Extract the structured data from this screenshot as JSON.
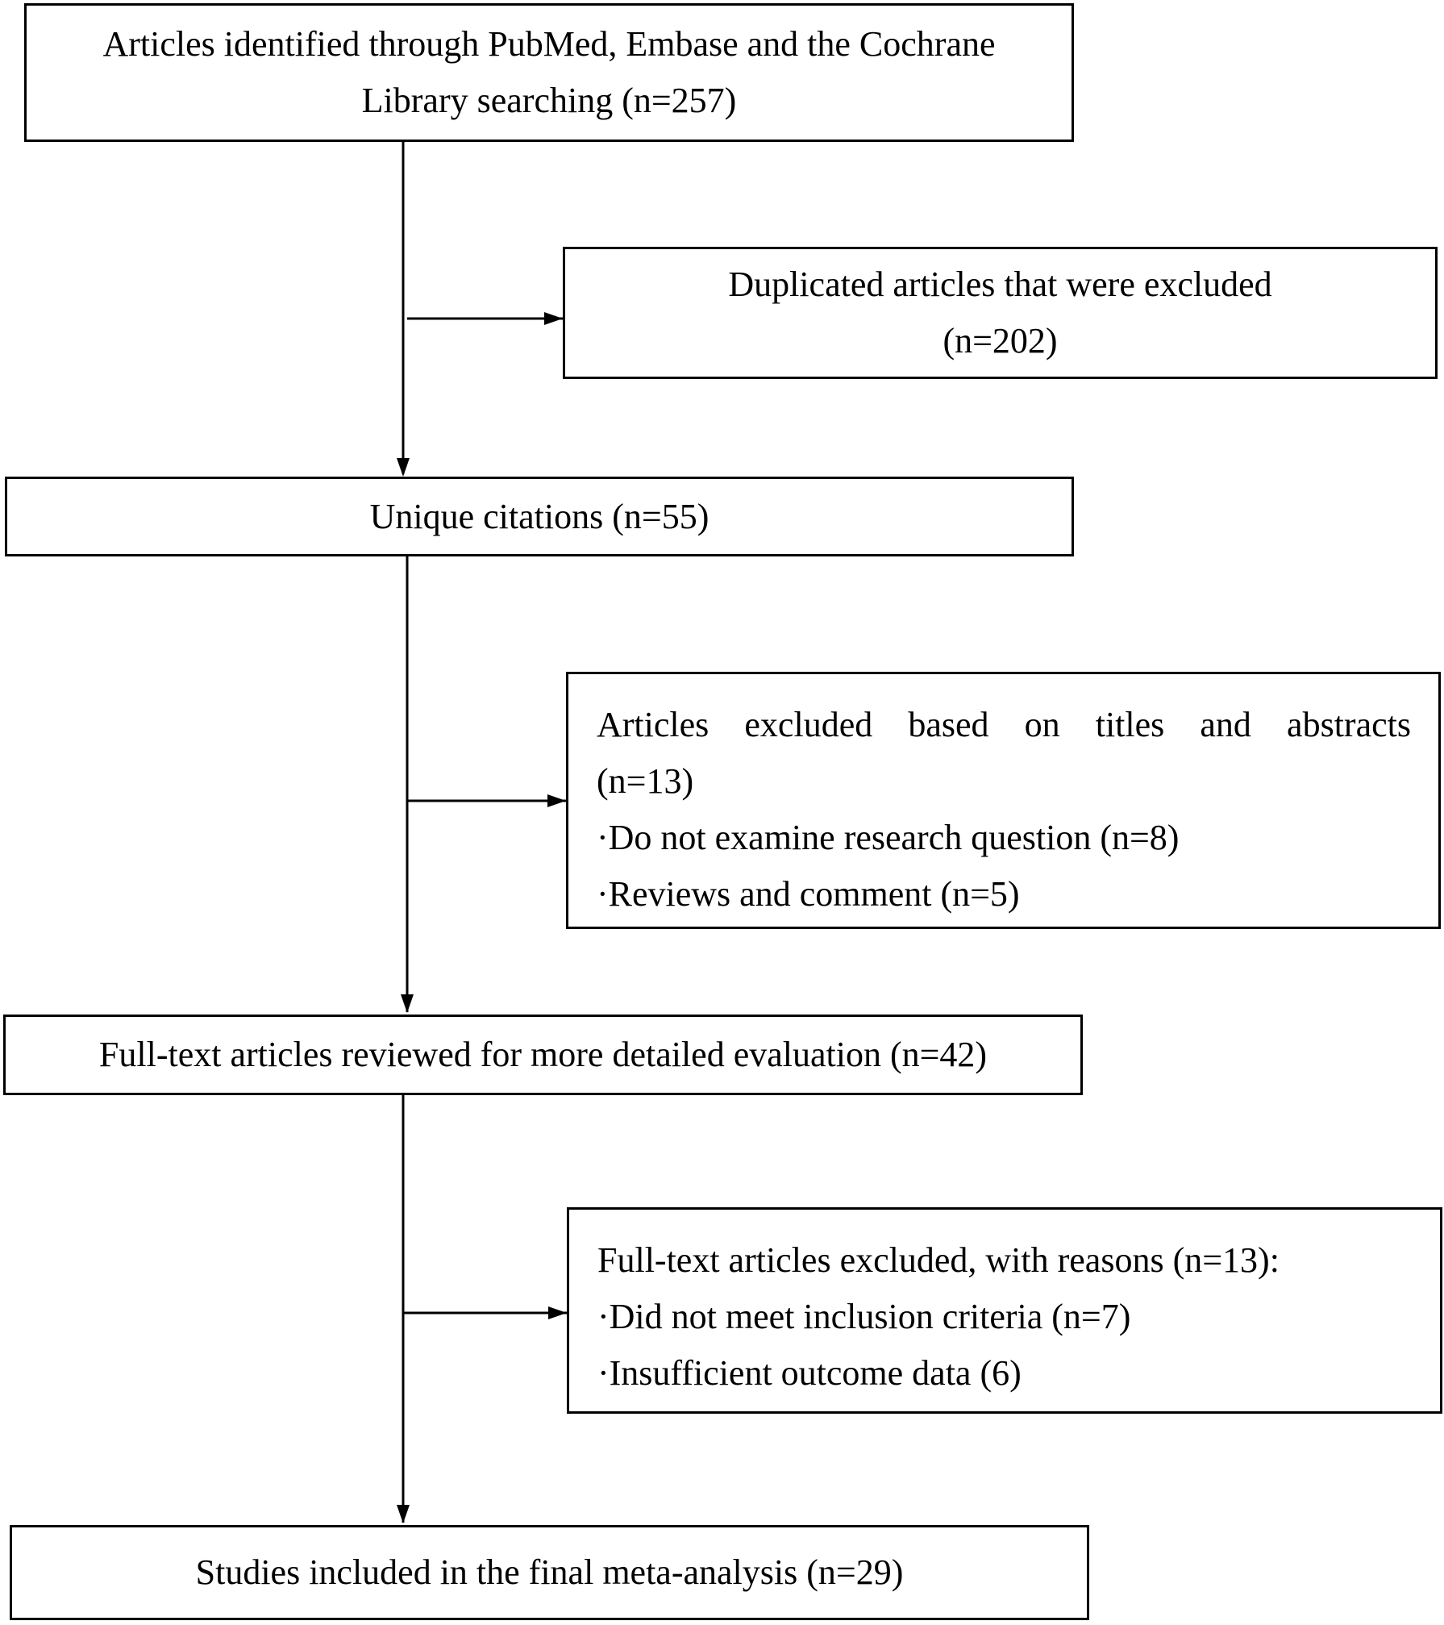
{
  "flowchart": {
    "identification": {
      "lines": [
        "Articles identified through PubMed, Embase and the Cochrane",
        "Library searching (n=257)"
      ]
    },
    "duplicates_excluded": {
      "lines": [
        "Duplicated articles that were excluded",
        "(n=202)"
      ]
    },
    "unique_citations": {
      "text": "Unique citations (n=55)"
    },
    "screening_excluded": {
      "heading_words": [
        "Articles",
        "excluded",
        "based",
        "on",
        "titles",
        "and",
        "abstracts"
      ],
      "count": "(n=13)",
      "reasons": [
        "·Do not examine research question (n=8)",
        "·Reviews and comment (n=5)"
      ]
    },
    "full_text_reviewed": {
      "text": "Full-text articles reviewed for more detailed evaluation (n=42)"
    },
    "full_text_excluded": {
      "heading": "Full-text articles excluded, with reasons (n=13):",
      "reasons": [
        "·Did not meet inclusion criteria (n=7)",
        "·Insufficient outcome data (6)"
      ]
    },
    "included": {
      "text": "Studies included in the final meta-analysis (n=29)"
    }
  }
}
